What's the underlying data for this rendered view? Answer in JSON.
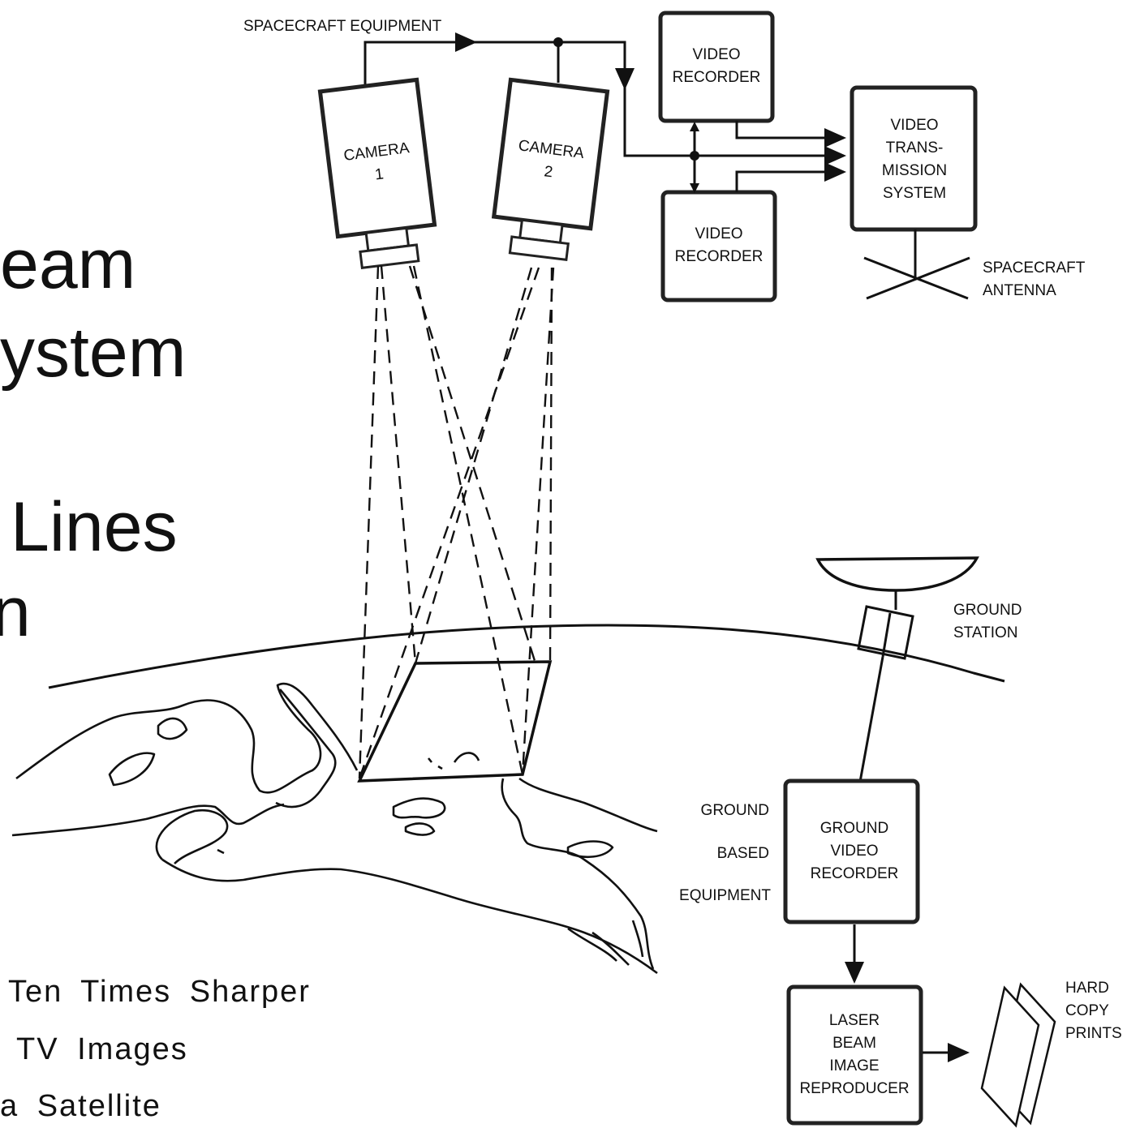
{
  "headline": {
    "line1": "eam",
    "line2": "ystem",
    "line3": "Lines",
    "line4": "n"
  },
  "subtitle": {
    "line1": "Ten Times Sharper",
    "line2": "TV Images",
    "line3": "a Satellite"
  },
  "diagram": {
    "spacecraft_equipment_label": "SPACECRAFT EQUIPMENT",
    "camera1": [
      "CAMERA",
      "1"
    ],
    "camera2": [
      "CAMERA",
      "2"
    ],
    "video_recorder_top": [
      "VIDEO",
      "RECORDER"
    ],
    "video_recorder_bottom": [
      "VIDEO",
      "RECORDER"
    ],
    "video_transmission": [
      "VIDEO",
      "TRANS-",
      "MISSION",
      "SYSTEM"
    ],
    "spacecraft_antenna": [
      "SPACECRAFT",
      "ANTENNA"
    ],
    "ground_station": [
      "GROUND",
      "STATION"
    ],
    "ground_based_equipment": [
      "GROUND",
      "BASED",
      "EQUIPMENT"
    ],
    "ground_video_recorder": [
      "GROUND",
      "VIDEO",
      "RECORDER"
    ],
    "laser_reproducer": [
      "LASER",
      "BEAM",
      "IMAGE",
      "REPRODUCER"
    ],
    "hard_copy_prints": [
      "HARD",
      "COPY",
      "PRINTS"
    ]
  }
}
